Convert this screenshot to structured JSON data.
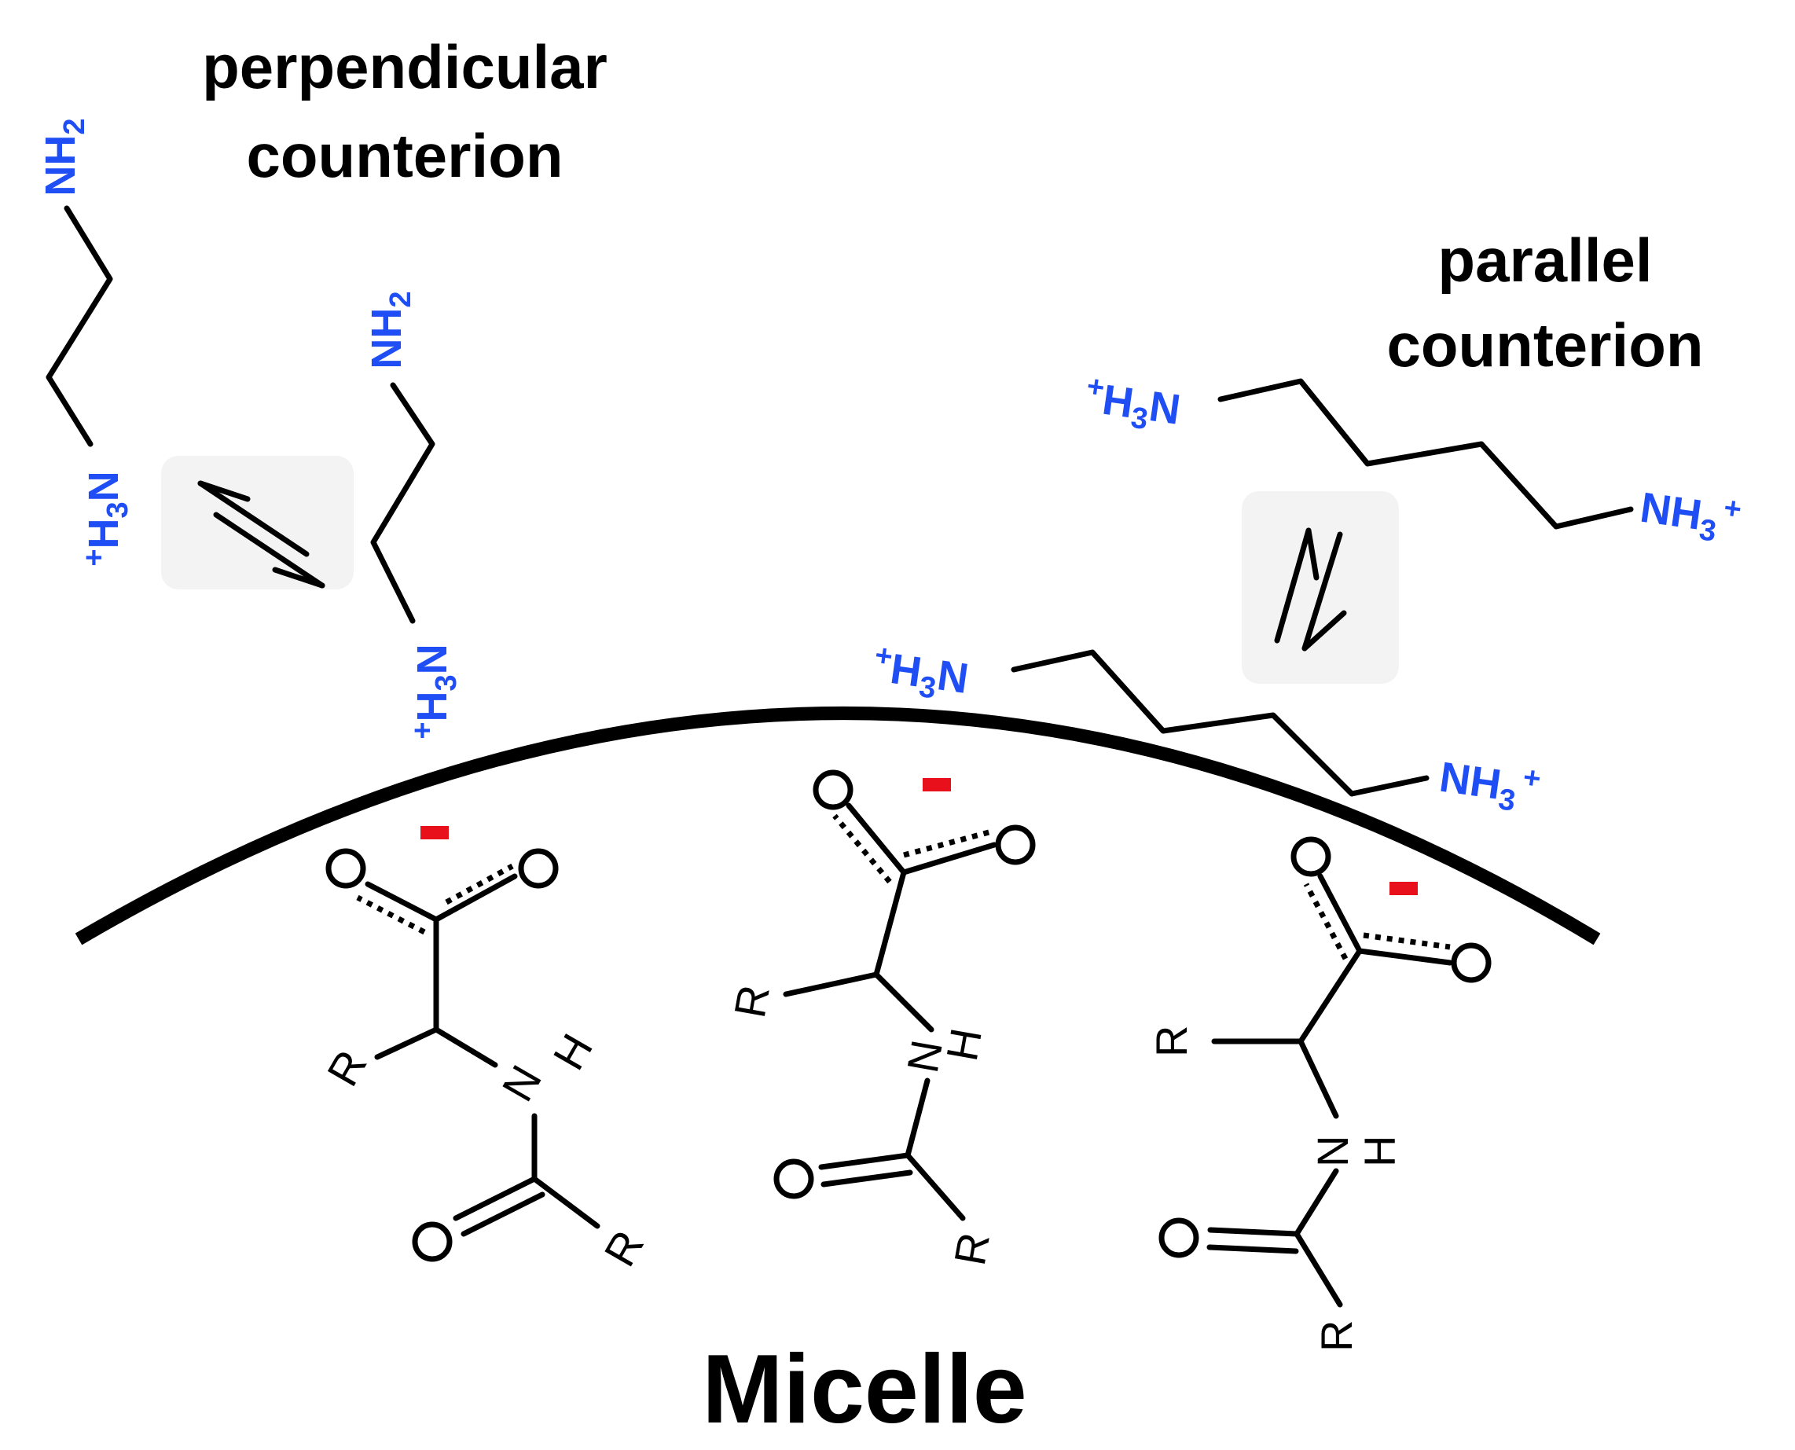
{
  "labels": {
    "perpendicular_line1": "perpendicular",
    "perpendicular_line2": "counterion",
    "parallel_line1": "parallel",
    "parallel_line2": "counterion",
    "micelle": "Micelle"
  },
  "amine_groups": {
    "nh2": {
      "main": "NH",
      "sub": "2"
    },
    "h3n_plus": {
      "sup": "+",
      "h": "H",
      "sub": "3",
      "n": "N"
    },
    "nh3_plus": {
      "main": "NH",
      "sub": "3",
      "sup": "+"
    }
  },
  "atoms": {
    "oxygen": "O",
    "r_group": "R",
    "nitrogen": "N",
    "hydrogen": "H"
  },
  "colors": {
    "amine": "#1f4ef5",
    "charge": "#e8101a",
    "bond": "#000000",
    "equilibrium_bg": "#f3f3f3"
  }
}
